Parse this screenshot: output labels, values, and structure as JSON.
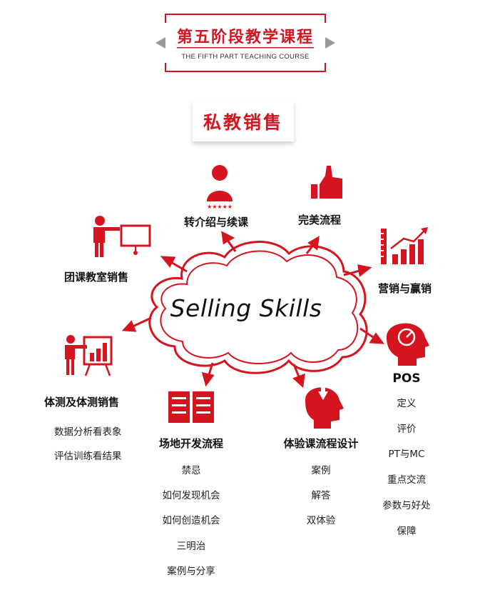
{
  "header": {
    "title": "第五阶段教学课程",
    "subtitle": "THE FIFTH PART TEACHING COURSE"
  },
  "badge": {
    "label": "私教销售"
  },
  "cloud": {
    "label": "Selling Skills"
  },
  "topics": {
    "referral": {
      "label": "转介绍与续课",
      "icon": "person-stars-icon"
    },
    "perfect_flow": {
      "label": "完美流程",
      "icon": "thumbs-up-icon"
    },
    "group_class": {
      "label": "团课教室销售",
      "icon": "presenter-screen-icon"
    },
    "marketing": {
      "label": "营销与赢销",
      "icon": "growth-chart-icon"
    },
    "fitness_test": {
      "label": "体测及体测销售",
      "icon": "presenter-chart-icon",
      "items": [
        "数据分析看表象",
        "评估训练看结果"
      ]
    },
    "venue": {
      "label": "场地开发流程",
      "icon": "open-book-icon",
      "items": [
        "禁忌",
        "如何发现机会",
        "如何创造机会",
        "三明治",
        "案例与分享"
      ]
    },
    "trial_class": {
      "label": "体验课流程设计",
      "icon": "head-arrow-icon",
      "items": [
        "案例",
        "解答",
        "双体验"
      ]
    },
    "pos": {
      "label": "POS",
      "icon": "head-gauge-icon",
      "items": [
        "定义",
        "评价",
        "PT与MC",
        "重点交流",
        "参数与好处",
        "保障"
      ]
    }
  },
  "colors": {
    "accent": "#d4141f",
    "text": "#111111"
  }
}
